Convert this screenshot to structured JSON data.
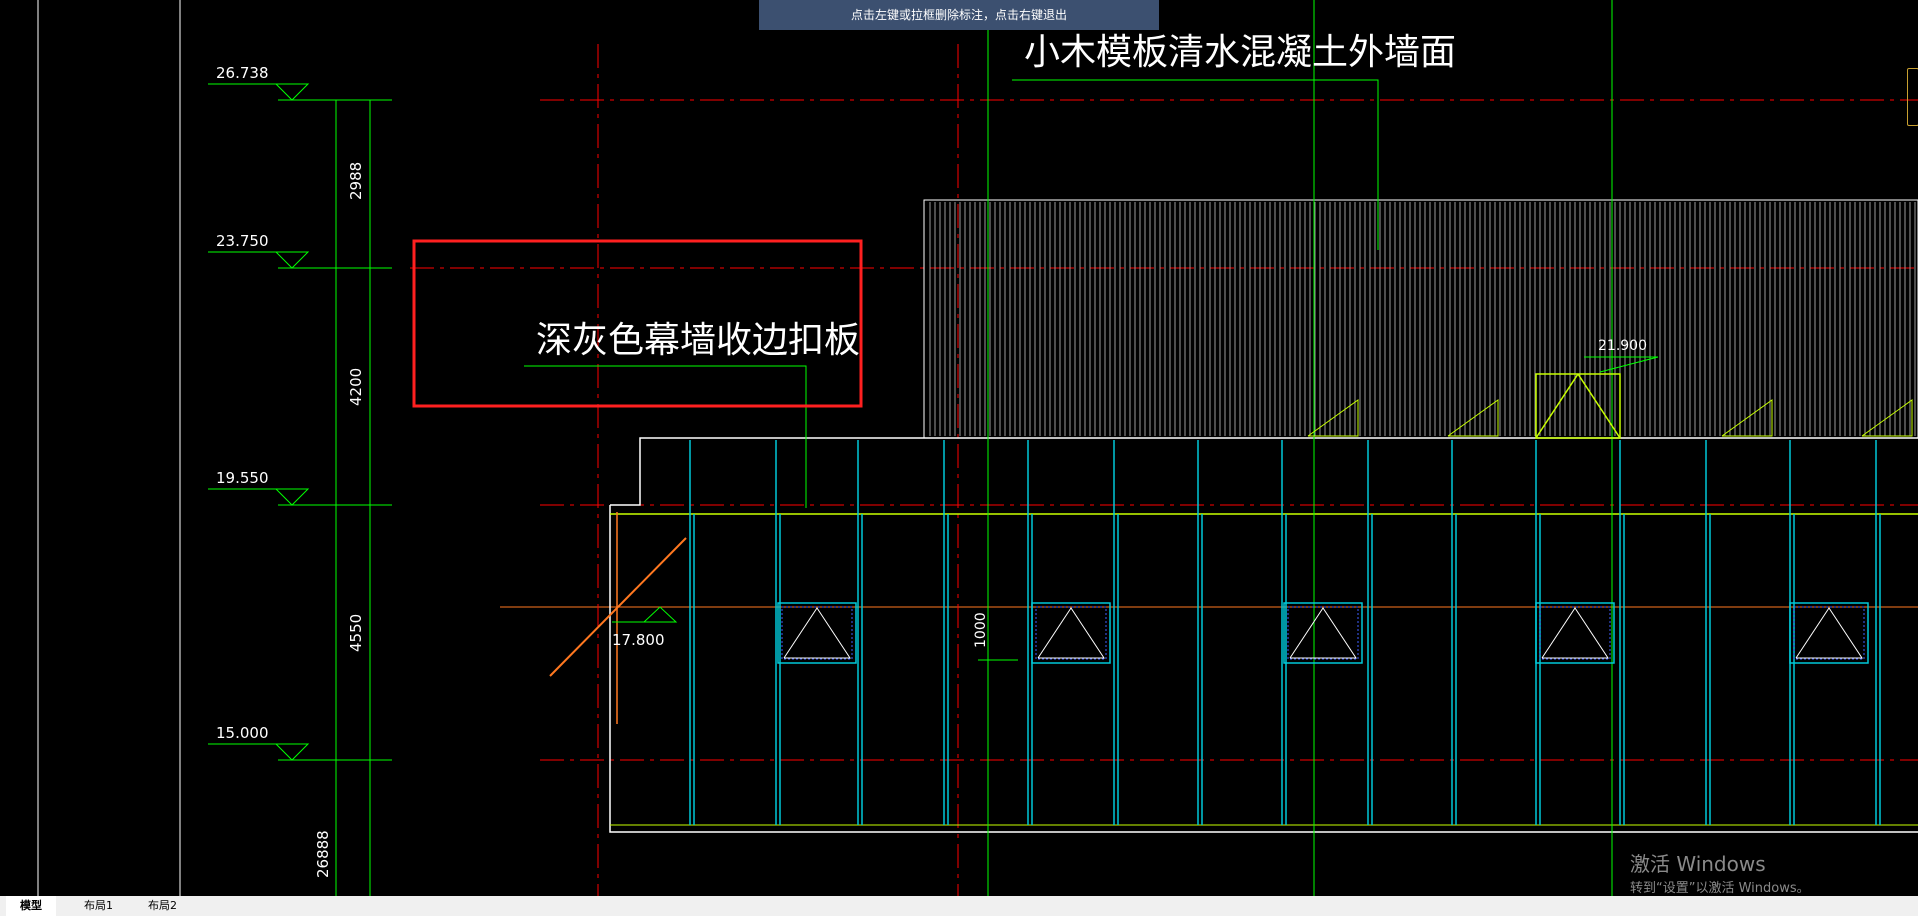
{
  "tooltip": "点击左键或拉框删除标注，点击右键退出",
  "annotations": {
    "title_wall": "小木模板清水混凝土外墙面",
    "title_panel": "深灰色幕墙收边扣板"
  },
  "elevations": [
    "26.738",
    "23.750",
    "19.550",
    "15.000",
    "17.800",
    "21.900"
  ],
  "dimensions": [
    "2988",
    "4200",
    "4550",
    "26888",
    "1000"
  ],
  "tabs": [
    {
      "label": "模型",
      "active": true
    },
    {
      "label": "布局1",
      "active": false
    },
    {
      "label": "布局2",
      "active": false
    }
  ],
  "watermark": {
    "line1": "激活 Windows",
    "line2": "转到“设置”以激活 Windows。"
  },
  "colors": {
    "axis_red": "#ff0000",
    "dim_green": "#00ff00",
    "panel_cyan": "#00c8d8",
    "orange": "#ff7820",
    "yellow_green": "#c8ff00"
  }
}
